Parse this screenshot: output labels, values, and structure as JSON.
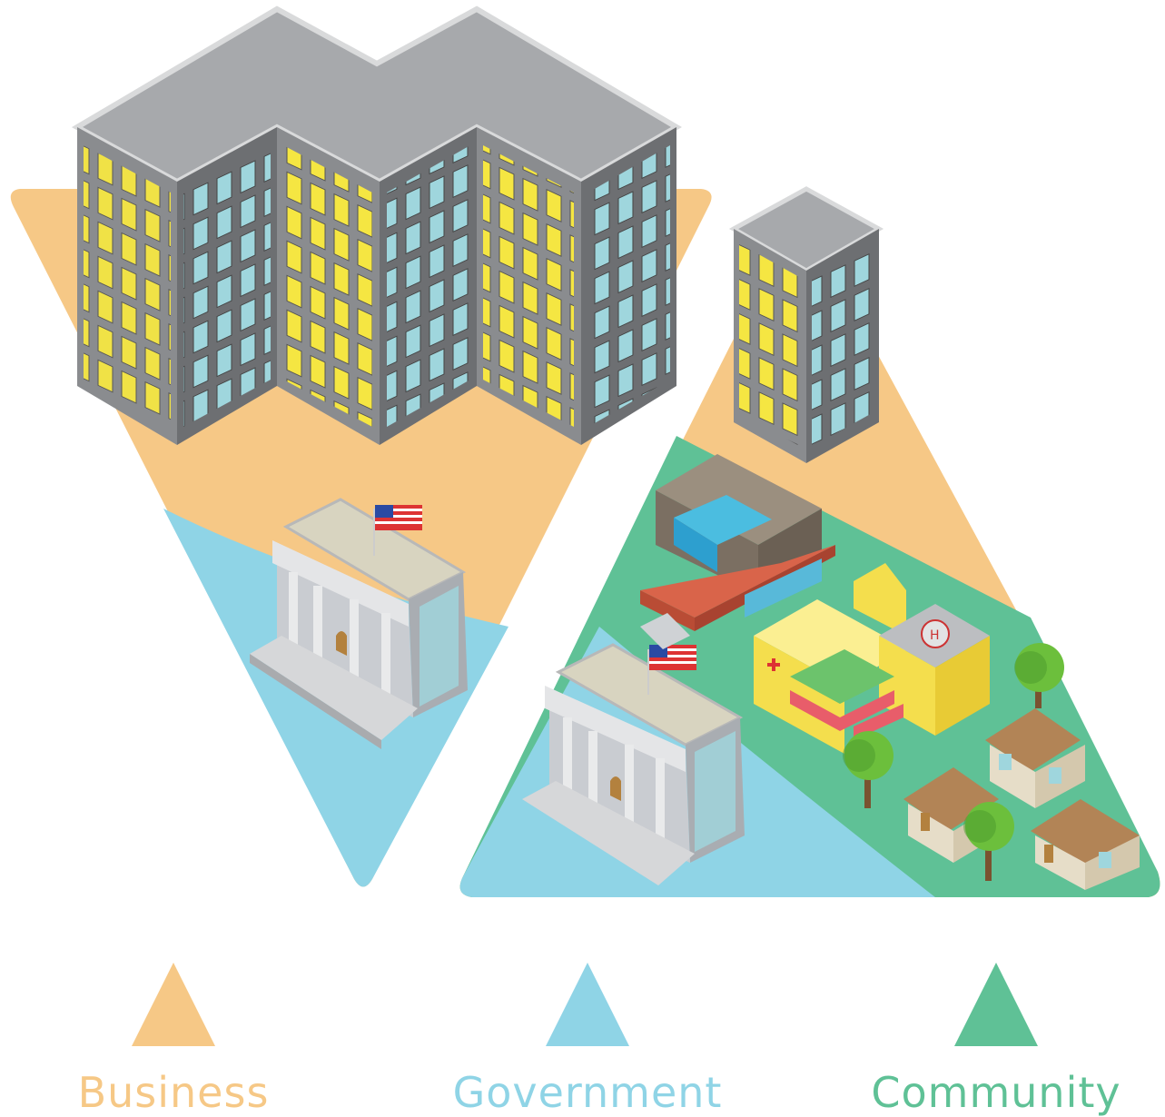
{
  "colors": {
    "business": "#F6C886",
    "government": "#8FD4E6",
    "community": "#5FC196"
  },
  "legend": {
    "business": {
      "label": "Business",
      "icon": "triangle-icon"
    },
    "government": {
      "label": "Government",
      "icon": "triangle-icon"
    },
    "community": {
      "label": "Community",
      "icon": "triangle-icon"
    }
  }
}
